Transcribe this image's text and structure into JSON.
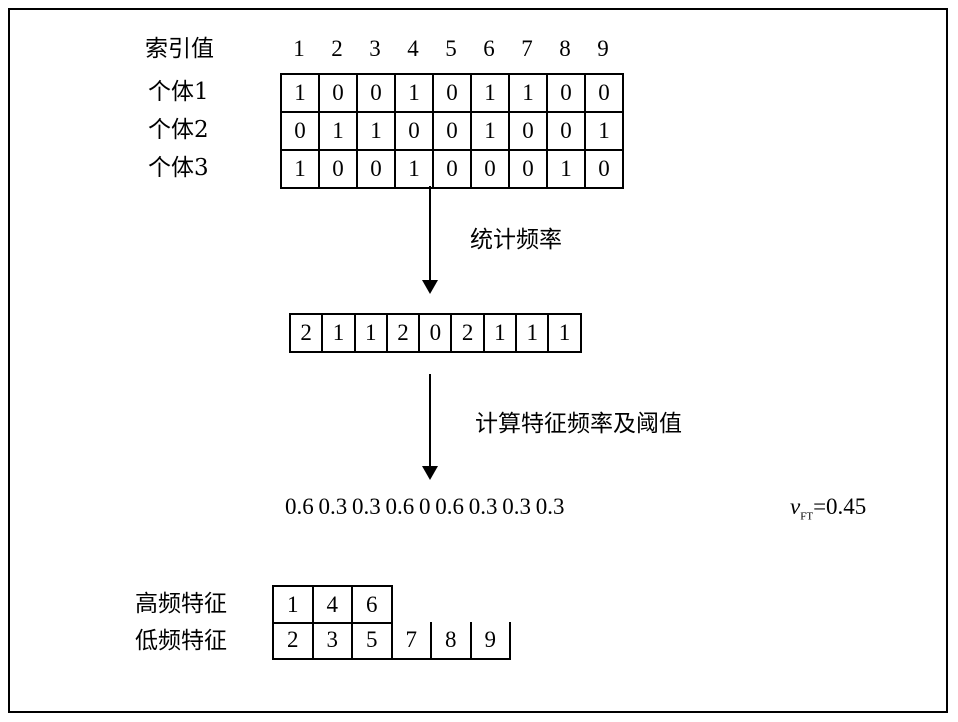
{
  "index_label": "索引值",
  "index_values": [
    "1",
    "2",
    "3",
    "4",
    "5",
    "6",
    "7",
    "8",
    "9"
  ],
  "individuals": [
    {
      "label": "个体1",
      "bits": [
        "1",
        "0",
        "0",
        "1",
        "0",
        "1",
        "1",
        "0",
        "0"
      ]
    },
    {
      "label": "个体2",
      "bits": [
        "0",
        "1",
        "1",
        "0",
        "0",
        "1",
        "0",
        "0",
        "1"
      ]
    },
    {
      "label": "个体3",
      "bits": [
        "1",
        "0",
        "0",
        "1",
        "0",
        "0",
        "0",
        "1",
        "0"
      ]
    }
  ],
  "step1_label": "统计频率",
  "counts": [
    "2",
    "1",
    "1",
    "2",
    "0",
    "2",
    "1",
    "1",
    "1"
  ],
  "step2_label": "计算特征频率及阈值",
  "frequencies_text": "0.6 0.3 0.3 0.6 0 0.6 0.3 0.3 0.3",
  "threshold": {
    "symbol": "v",
    "subscript": "FT",
    "value": "=0.45"
  },
  "high_freq": {
    "label": "高频特征",
    "items": [
      "1",
      "4",
      "6"
    ]
  },
  "low_freq": {
    "label": "低频特征",
    "items": [
      "2",
      "3",
      "5",
      "7",
      "8",
      "9"
    ]
  }
}
